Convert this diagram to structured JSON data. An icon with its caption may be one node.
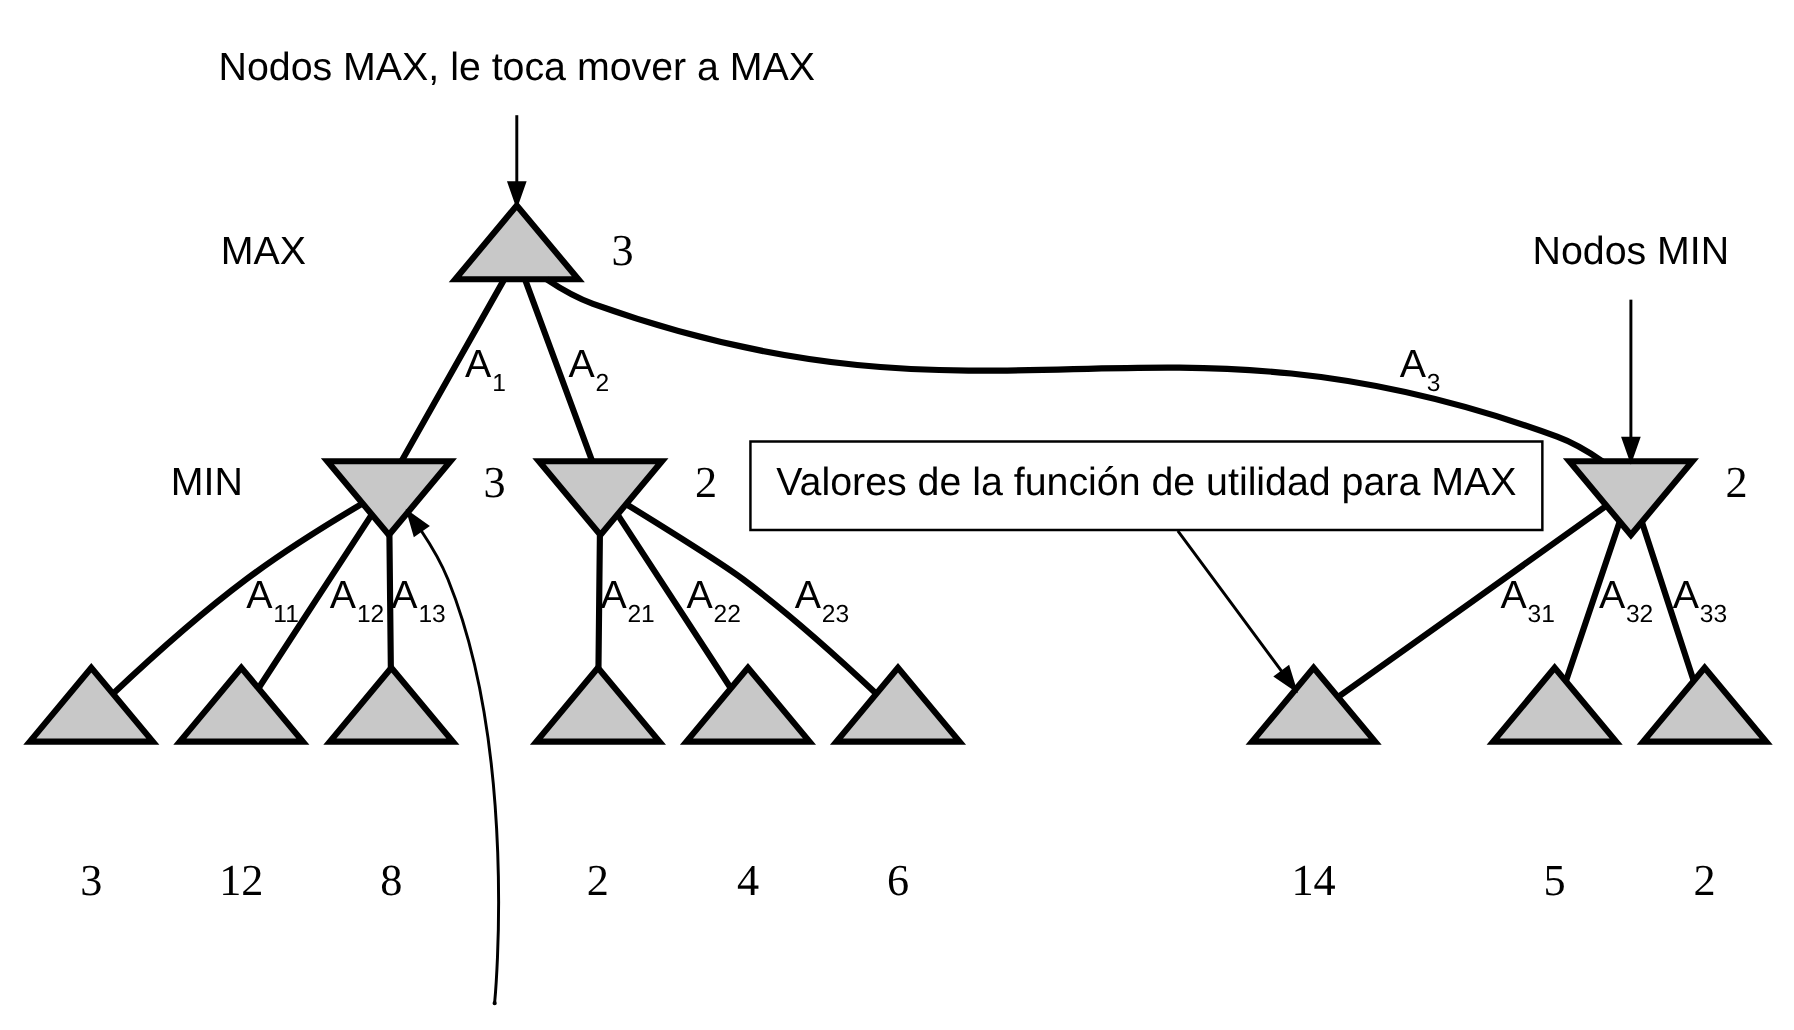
{
  "diagram": {
    "nodes": [
      {
        "text": [],
        "shape": "triangle",
        "beside": [
          "3"
        ]
      },
      {
        "text": [],
        "shape": "triangle",
        "beside": [
          "3"
        ]
      },
      {
        "text": [],
        "shape": "triangle",
        "beside": [
          "2"
        ]
      },
      {
        "text": [],
        "shape": "triangle",
        "beside": [
          "2"
        ]
      },
      {
        "text": [],
        "shape": "triangle",
        "beside": [
          "3"
        ]
      },
      {
        "text": [],
        "shape": "triangle",
        "beside": [
          "12"
        ]
      },
      {
        "text": [],
        "shape": "triangle",
        "beside": [
          "8"
        ]
      },
      {
        "text": [],
        "shape": "triangle",
        "beside": [
          "2"
        ]
      },
      {
        "text": [],
        "shape": "triangle",
        "beside": [
          "4"
        ]
      },
      {
        "text": [],
        "shape": "triangle",
        "beside": [
          "6"
        ]
      },
      {
        "text": [],
        "shape": "triangle",
        "beside": [
          "14"
        ]
      },
      {
        "text": [],
        "shape": "triangle",
        "beside": [
          "5"
        ]
      },
      {
        "text": [],
        "shape": "triangle",
        "beside": [
          "2"
        ]
      },
      {
        "text": [
          "Nodos MAX, le toca mover a MAX"
        ]
      },
      {
        "text": [
          "Nodos MIN"
        ]
      },
      {
        "text": [
          "Valores de la función de utilidad para MAX"
        ]
      }
    ],
    "edges": [
      {
        "from": 0,
        "to": 1,
        "arrow": "none",
        "label": "A$_{1}$"
      },
      {
        "from": 0,
        "to": 2,
        "arrow": "none",
        "label": "A$_{2}$"
      },
      {
        "from": 0,
        "to": 3,
        "arrow": "none",
        "label": "A$_{3}$"
      },
      {
        "from": 1,
        "to": 4,
        "arrow": "none",
        "label": "A$_{11}$"
      },
      {
        "from": 1,
        "to": 5,
        "arrow": "none",
        "label": "A$_{12}$"
      },
      {
        "from": 1,
        "to": 6,
        "arrow": "none",
        "label": "A$_{13}$"
      },
      {
        "from": 2,
        "to": 7,
        "arrow": "none",
        "label": "A$_{21}$"
      },
      {
        "from": 2,
        "to": 8,
        "arrow": "none",
        "label": "A$_{22}$"
      },
      {
        "from": 2,
        "to": 9,
        "arrow": "none",
        "label": "A$_{23}$"
      },
      {
        "from": 3,
        "to": 10,
        "arrow": "none",
        "label": "A$_{31}$"
      },
      {
        "from": 3,
        "to": 11,
        "arrow": "none",
        "label": "A$_{32}$"
      },
      {
        "from": 3,
        "to": 12,
        "arrow": "none",
        "label": "A$_{33}$"
      },
      {
        "from": 13,
        "to": 0,
        "arrow": "to"
      },
      {
        "from": 14,
        "to": 3,
        "arrow": "to"
      },
      {
        "from": 15,
        "to": 10,
        "arrow": "to"
      },
      {
        "from": null,
        "to": 1,
        "arrow": "to"
      }
    ],
    "labels": [
      "MAX",
      "MIN"
    ]
  }
}
